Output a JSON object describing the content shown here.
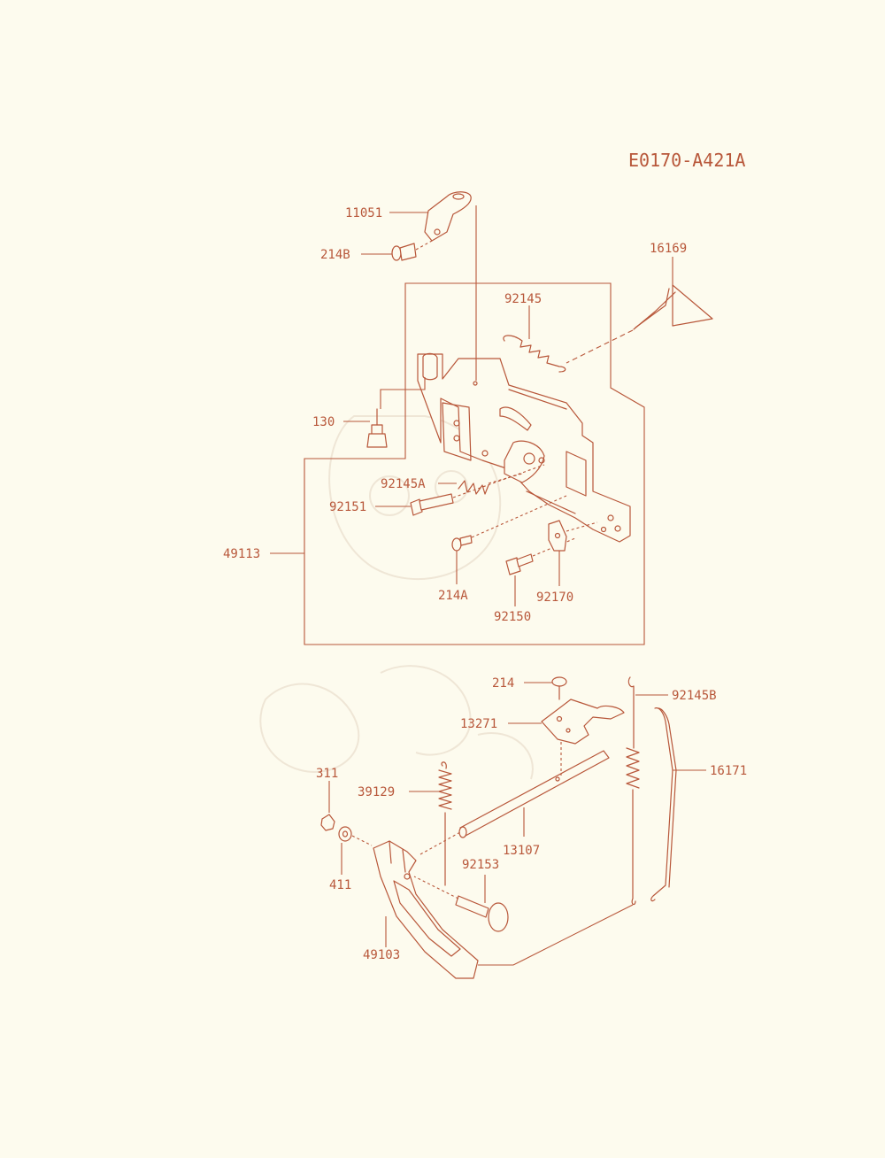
{
  "diagram": {
    "code": "E0170-A421A",
    "labels": {
      "p11051": "11051",
      "p214B": "214B",
      "p16169": "16169",
      "p92145": "92145",
      "p130": "130",
      "p92145A": "92145A",
      "p92151": "92151",
      "p49113": "49113",
      "p214A": "214A",
      "p92170": "92170",
      "p92150": "92150",
      "p214": "214",
      "p92145B": "92145B",
      "p13271": "13271",
      "p16171": "16171",
      "p311": "311",
      "p39129": "39129",
      "p13107": "13107",
      "p92153": "92153",
      "p411": "411",
      "p49103": "49103"
    }
  },
  "colors": {
    "ink": "#b8573a",
    "paper": "#fdfbee"
  }
}
